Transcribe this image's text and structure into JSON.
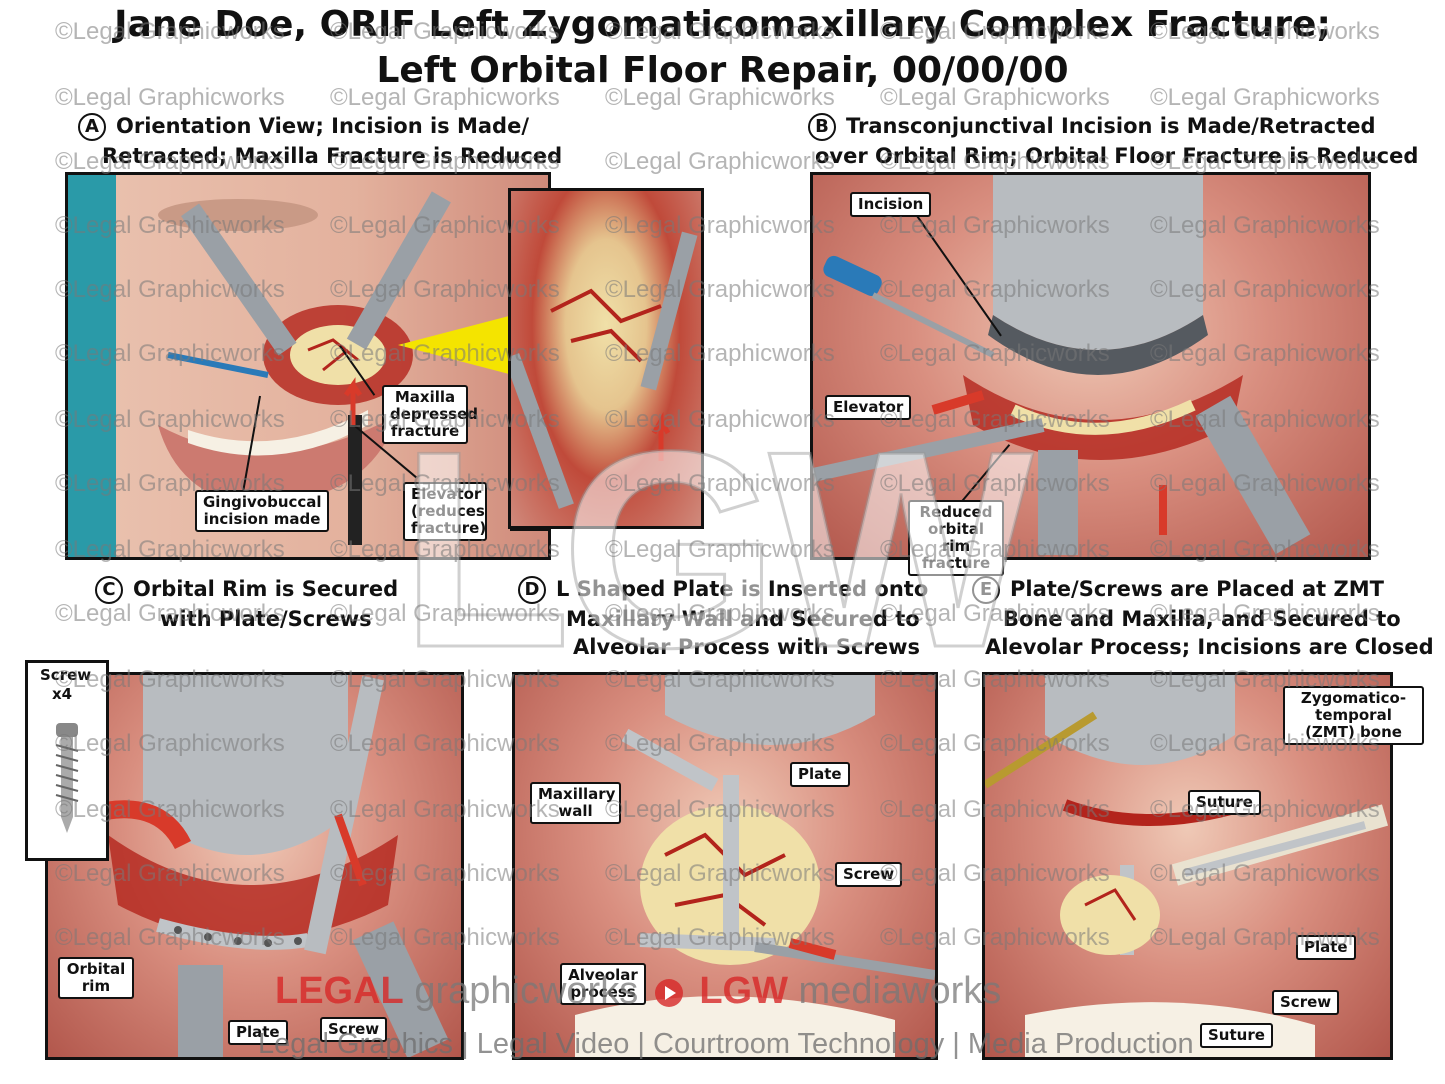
{
  "title": {
    "line1": "Jane Doe, ORIF Left Zygomaticomaxillary Complex Fracture;",
    "line2": "Left Orbital Floor Repair, 00/00/00"
  },
  "watermark": "©Legal Graphicworks",
  "panels": {
    "a": {
      "letter": "A",
      "heading_line1": "Orientation View; Incision is Made/",
      "heading_line2": "Retracted; Maxilla Fracture is Reduced",
      "labels": {
        "maxilla": "Maxilla depressed fracture",
        "gingivobuccal": "Gingivobuccal incision made",
        "elevator": "Elevator (reduces fracture)"
      }
    },
    "b": {
      "letter": "B",
      "heading_line1": "Transconjunctival Incision is Made/Retracted",
      "heading_line2": "over Orbital Rim; Orbital Floor Fracture is Reduced",
      "labels": {
        "incision": "Incision",
        "elevator": "Elevator",
        "reduced": "Reduced orbital rim fracture"
      }
    },
    "c": {
      "letter": "C",
      "heading_line1": "Orbital Rim is Secured",
      "heading_line2": "with Plate/Screws",
      "labels": {
        "screw_box": "Screw",
        "screw_count": "x4",
        "orbital_rim": "Orbital rim",
        "plate": "Plate",
        "screw": "Screw"
      }
    },
    "d": {
      "letter": "D",
      "heading_line1": "L Shaped Plate is Inserted onto",
      "heading_line2": "Maxillary Wall and Secured to",
      "heading_line3": "Alveolar Process with Screws",
      "labels": {
        "maxillary_wall": "Maxillary wall",
        "plate": "Plate",
        "screw": "Screw",
        "alveolar": "Alveolar process"
      }
    },
    "e": {
      "letter": "E",
      "heading_line1": "Plate/Screws are Placed at ZMT",
      "heading_line2": "Bone and Maxilla, and Secured to",
      "heading_line3": "Alevolar Process; Incisions are Closed",
      "labels": {
        "zmt": "Zygomatico-temporal (ZMT) bone",
        "suture_top": "Suture",
        "plate": "Plate",
        "screw": "Screw",
        "suture_bottom": "Suture"
      }
    }
  },
  "footer": {
    "brand_legal": "LEGAL",
    "brand_graphicworks": "graphicworks",
    "brand_lgw": "LGW",
    "brand_mediaworks": "mediaworks",
    "tagline": "Legal Graphics | Legal Video | Courtroom Technology | Media Production"
  },
  "colors": {
    "tissue": "#d98f80",
    "blood": "#b3241c",
    "drape": "#2a9aa8",
    "bone": "#f0e0a8",
    "instrument": "#9aa0a6",
    "arrow_red": "#d83a2a",
    "pointer_yellow": "#f4e400"
  }
}
